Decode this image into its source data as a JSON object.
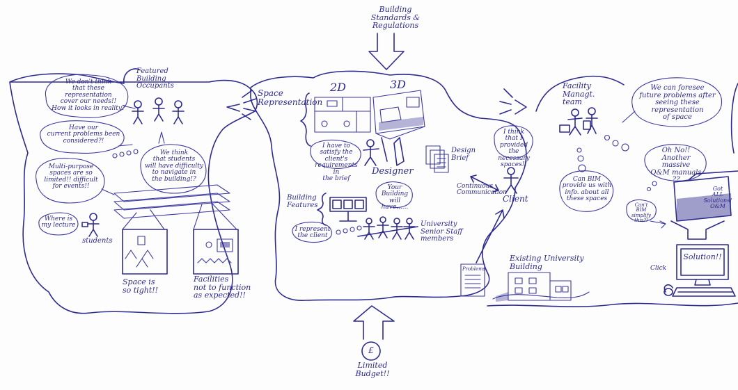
{
  "top": {
    "regulations": "Building\nStandards & Regulations"
  },
  "bottom": {
    "budget_symbol": "£",
    "budget": "Limited\nBudget!!"
  },
  "left": {
    "occupants_title": "Featured\nBuilding\nOccupants",
    "bubble_representation": "We don't think\nthat these representation\ncover our needs!!\nHow it looks in reality?",
    "bubble_problems": "Have our\ncurrent problems been\nconsidered?!",
    "bubble_multipurpose": "Multi-purpose\nspaces are so\nlimited!! difficult\nfor events!!",
    "bubble_navigate": "We think\nthat students\nwill have difficulty\nto navigate in\nthe building!?",
    "bubble_lecture": "Where is\nmy lecture",
    "students": "students",
    "space_tight": "Space is\nso tight!!",
    "facilities": "Facilities\nnot to function\nas expected!!"
  },
  "center": {
    "space_representation": "Space\nRepresentation",
    "label_2d": "2D",
    "label_3d": "3D",
    "bubble_satisfy": "I have to\nsatisfy the client's\nrequirements in\nthe brief",
    "designer": "Designer",
    "design_brief": "Design\nBrief",
    "bubble_client": "I think\nthat I provided\nthe necessary\nspaces!!",
    "client": "Client",
    "continuous": "Continuous\nCommunication",
    "building_features": "Building\nFeatures",
    "bubble_building": "Your\nBuilding will\nhave......",
    "bubble_represent": "I represent\nthe client",
    "staff": "University\nSenior Staff\nmembers",
    "problems_doc": "Problems",
    "existing_building": "Existing University\nBuilding"
  },
  "right": {
    "facility_team": "Facility Managt.\nteam",
    "bubble_foresee": "We can foresee\nfuture problems after\nseeing these representation\nof space",
    "bubble_oh_no": "Oh No!!\nAnother massive\nO&M manuals\n??",
    "bubble_bim": "Can BIM\nprovide us with\ninfo. about all\nthese spaces",
    "bubble_simplify": "Can't\nBIM simplify\nthis?!",
    "manuals_label": "Got\nALL\nSolutions!\nO&M",
    "solution": "Solution!!",
    "click": "Click"
  }
}
